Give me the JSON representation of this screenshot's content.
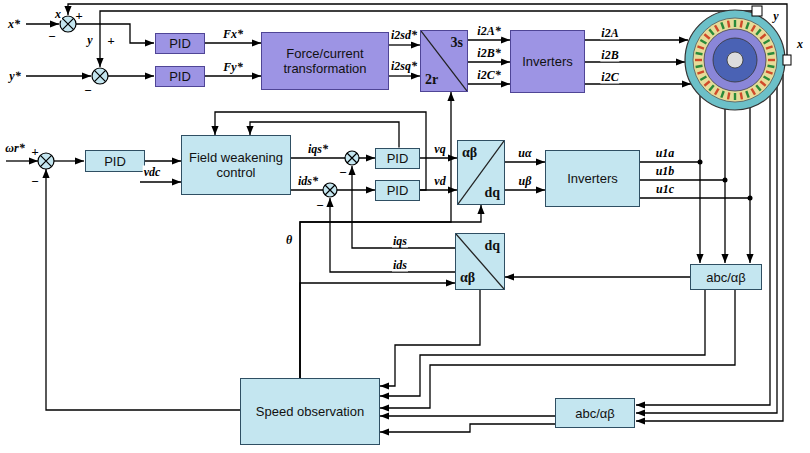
{
  "diagram": {
    "nodes": [
      {
        "text": [
          "PID"
        ]
      },
      {
        "text": [
          "PID"
        ]
      },
      {
        "text": [
          "Force/current transformation"
        ]
      },
      {
        "text": [
          "3s",
          "2r"
        ]
      },
      {
        "text": [
          "Inverters"
        ]
      },
      {
        "text": [
          "PID"
        ]
      },
      {
        "text": [
          "Field weakening control"
        ]
      },
      {
        "text": [
          "PID"
        ]
      },
      {
        "text": [
          "PID"
        ]
      },
      {
        "text": [
          "αβ",
          "dq"
        ]
      },
      {
        "text": [
          "Inverters"
        ]
      },
      {
        "text": [
          "dq",
          "αβ"
        ]
      },
      {
        "text": [
          "abc/αβ"
        ]
      },
      {
        "text": [
          "Speed observation"
        ]
      },
      {
        "text": [
          "abc/αβ"
        ]
      }
    ],
    "edges": [
      {
        "from": 0,
        "to": 2,
        "label": "Fx*",
        "arrow": "to"
      },
      {
        "from": 1,
        "to": 2,
        "label": "Fy*",
        "arrow": "to"
      },
      {
        "from": 2,
        "to": 3,
        "label": "i2sd*",
        "arrow": "to"
      },
      {
        "from": 2,
        "to": 3,
        "label": "i2sq*",
        "arrow": "to"
      },
      {
        "from": 3,
        "to": 4,
        "label": "i2A*",
        "arrow": "to"
      },
      {
        "from": 3,
        "to": 4,
        "label": "i2B*",
        "arrow": "to"
      },
      {
        "from": 3,
        "to": 4,
        "label": "i2C*",
        "arrow": "to"
      },
      {
        "from": 5,
        "to": 6,
        "arrow": "to"
      },
      {
        "from": 6,
        "to": 7,
        "label": "iqs*",
        "arrow": "to"
      },
      {
        "from": 6,
        "to": 8,
        "label": "ids*",
        "arrow": "to"
      },
      {
        "from": 7,
        "to": 9,
        "label": "vq",
        "arrow": "to"
      },
      {
        "from": 8,
        "to": 9,
        "label": "vd",
        "arrow": "to"
      },
      {
        "from": 9,
        "to": 10,
        "label": "uα",
        "arrow": "to"
      },
      {
        "from": 9,
        "to": 10,
        "label": "uβ",
        "arrow": "to"
      },
      {
        "from": 7,
        "to": 6,
        "arrow": "to"
      },
      {
        "from": 8,
        "to": 6,
        "arrow": "to"
      },
      {
        "from": 13,
        "to": 3,
        "label": "θ",
        "arrow": "to"
      },
      {
        "from": 13,
        "to": 9,
        "arrow": "to"
      },
      {
        "from": 13,
        "to": 11,
        "arrow": "to"
      },
      {
        "from": 12,
        "to": 11,
        "arrow": "to"
      },
      {
        "from": 12,
        "to": 13,
        "arrow": "to"
      },
      {
        "from": 12,
        "to": 13,
        "arrow": "to"
      },
      {
        "from": 14,
        "to": 13,
        "arrow": "to"
      },
      {
        "from": 14,
        "to": 13,
        "arrow": "to"
      },
      {
        "from": 11,
        "to": 13,
        "arrow": "to"
      }
    ],
    "labels": [
      "x*",
      "−",
      "x",
      "+",
      "y*",
      "−",
      "y",
      "+",
      "i2A",
      "i2B",
      "i2C",
      "y",
      "x",
      "ωr*",
      "+",
      "−",
      "vdc",
      "−",
      "−",
      "iqs",
      "ids",
      "u1a",
      "u1b",
      "u1c"
    ]
  }
}
